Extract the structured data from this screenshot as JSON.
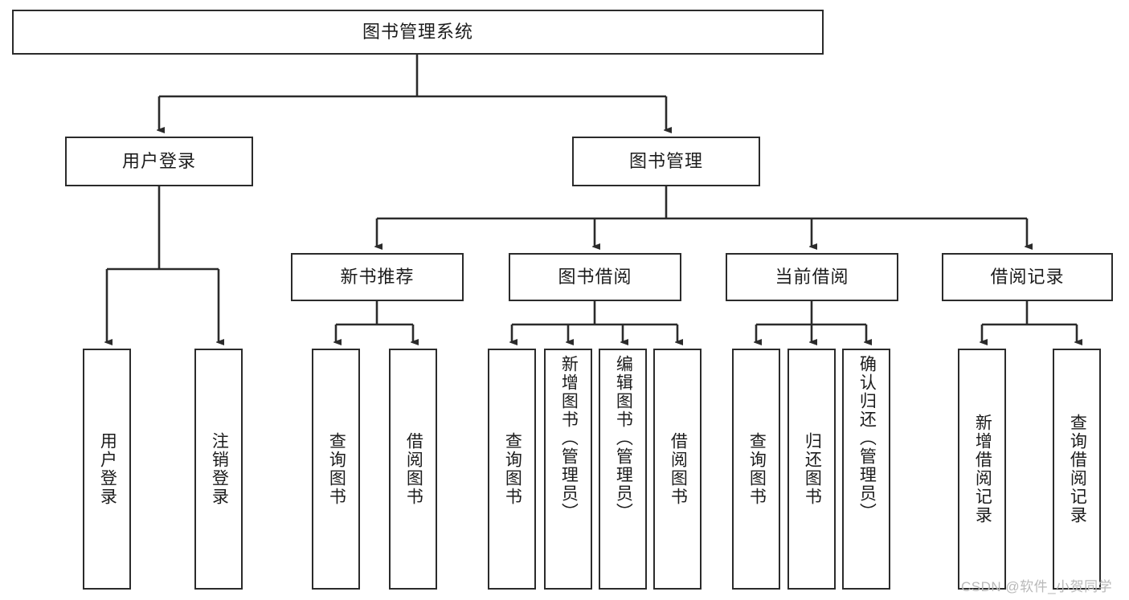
{
  "diagram": {
    "type": "tree",
    "root": {
      "label": "图书管理系统"
    },
    "level2": [
      {
        "label": "用户登录"
      },
      {
        "label": "图书管理"
      }
    ],
    "level3": [
      {
        "label": "新书推荐"
      },
      {
        "label": "图书借阅"
      },
      {
        "label": "当前借阅"
      },
      {
        "label": "借阅记录"
      }
    ],
    "leaves": {
      "user_login": [
        {
          "label": "用户登录"
        },
        {
          "label": "注销登录"
        }
      ],
      "new_book": [
        {
          "label": "查询图书"
        },
        {
          "label": "借阅图书"
        }
      ],
      "borrow_book": [
        {
          "label": "查询图书"
        },
        {
          "label": "新增图书（管理员）"
        },
        {
          "label": "编辑图书（管理员）"
        },
        {
          "label": "借阅图书"
        }
      ],
      "current_borrow": [
        {
          "label": "查询图书"
        },
        {
          "label": "归还图书"
        },
        {
          "label": "确认归还（管理员）"
        }
      ],
      "borrow_record": [
        {
          "label": "新增借阅记录"
        },
        {
          "label": "查询借阅记录"
        }
      ]
    }
  },
  "watermark": {
    "text": "CSDN @软件_小贺同学"
  },
  "colors": {
    "stroke": "#2b2b2b",
    "text": "#1c1c1c",
    "background": "#ffffff",
    "watermark": "#b9b9b9"
  }
}
